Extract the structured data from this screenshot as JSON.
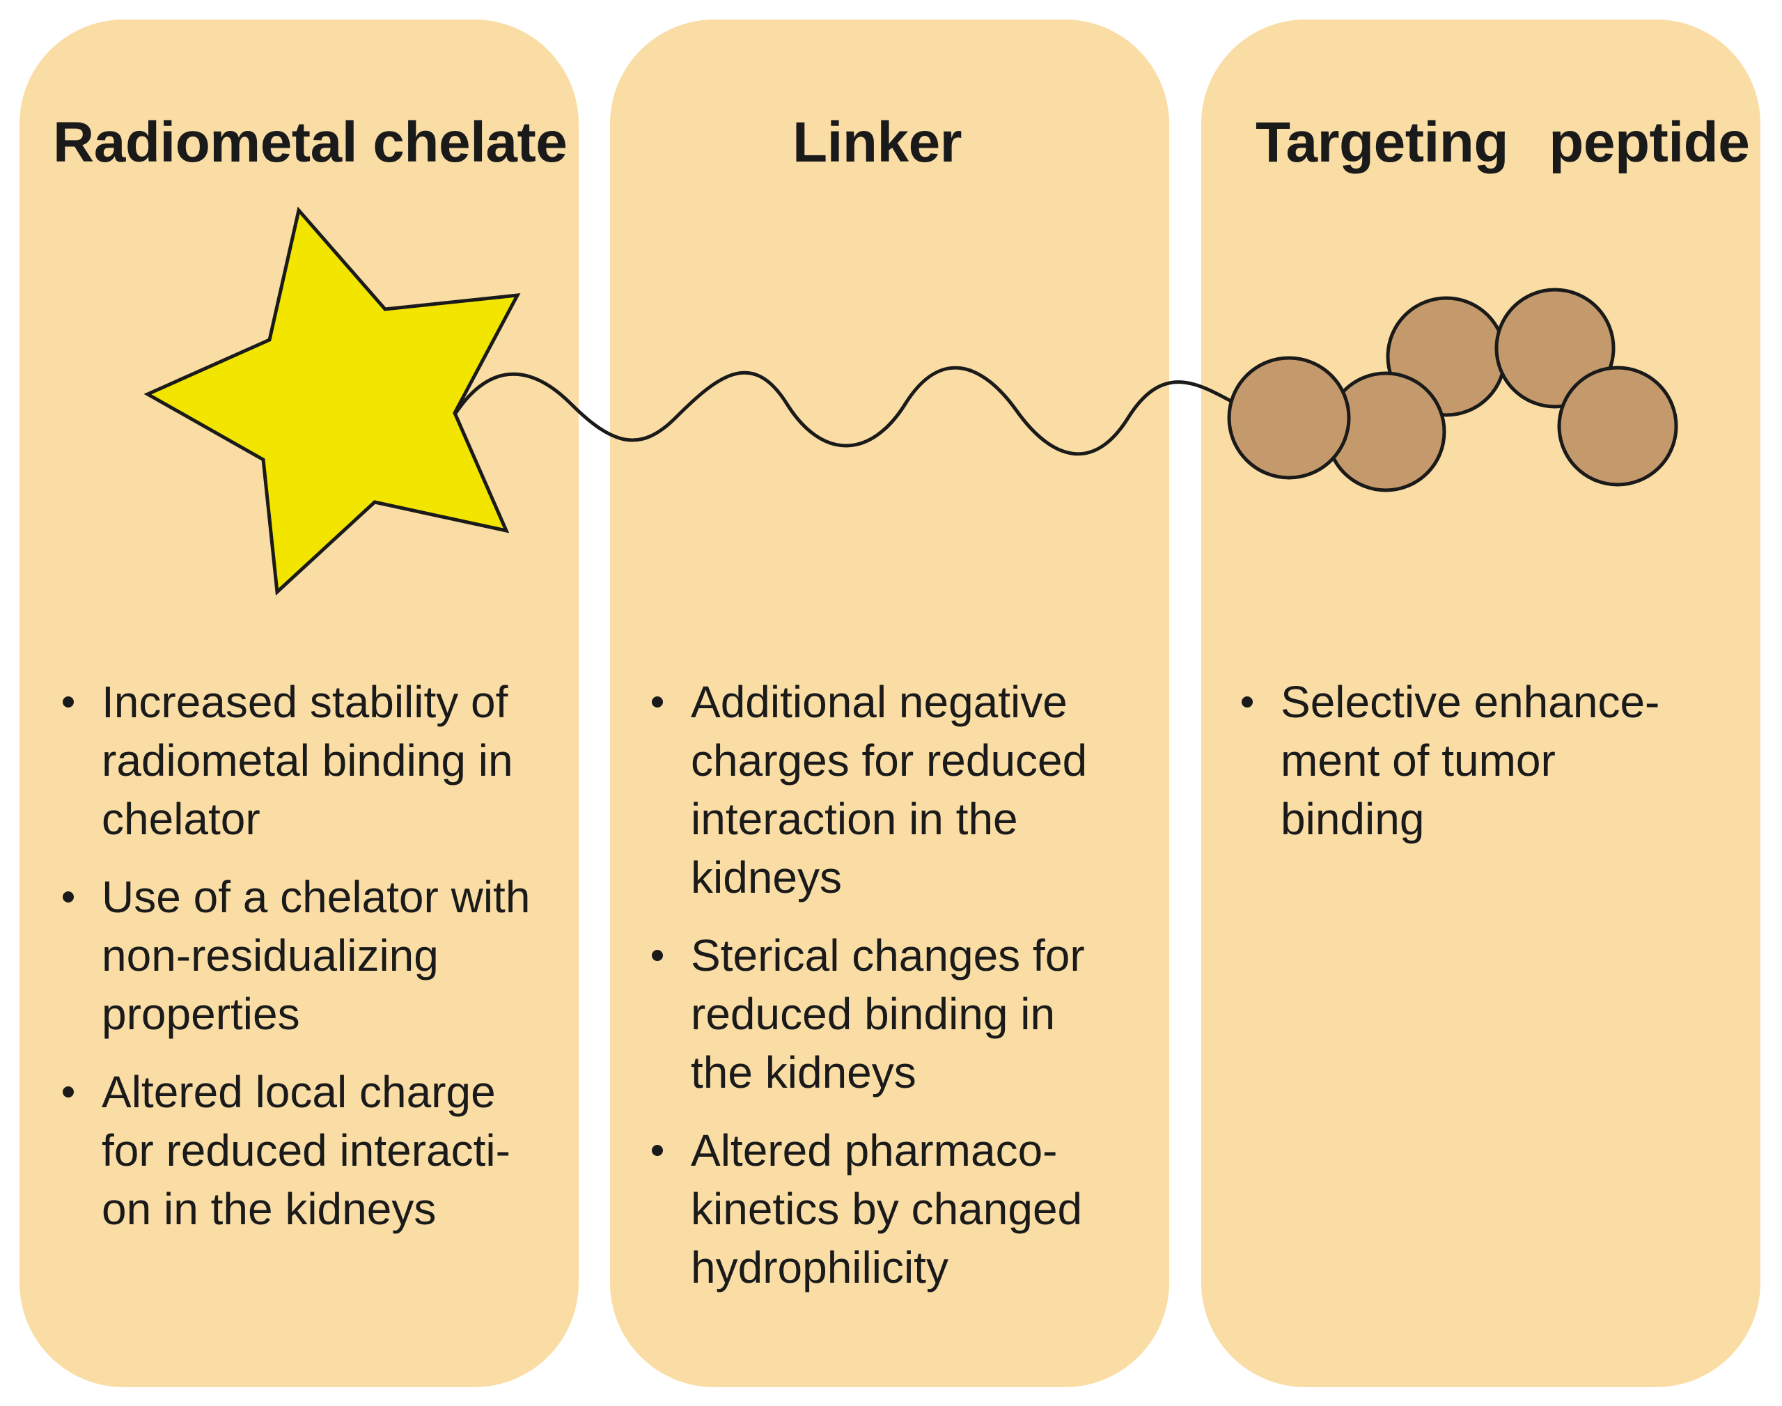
{
  "colors": {
    "panel": "#f9dda4",
    "star_fill": "#f2e600",
    "bead_fill": "#c49a6c",
    "outline": "#1a1a1a"
  },
  "panels": [
    {
      "title": "Radiometal chelate",
      "bullets": [
        "Increased stability of\nradiometal binding in\nchelator",
        "Use of a chelator with\nnon-residualizing\nproperties",
        "Altered local charge\nfor reduced interacti-\non in the kidneys"
      ]
    },
    {
      "title": "Linker",
      "bullets": [
        "Additional negative\ncharges for reduced\ninteraction in the\nkidneys",
        "Sterical changes for\nreduced binding in\nthe kidneys",
        "Altered pharmaco-\nkinetics by changed\nhydrophilicity"
      ]
    },
    {
      "title": "Targeting peptide",
      "bullets": [
        "Selective enhance-\nment of tumor\nbinding"
      ]
    }
  ]
}
